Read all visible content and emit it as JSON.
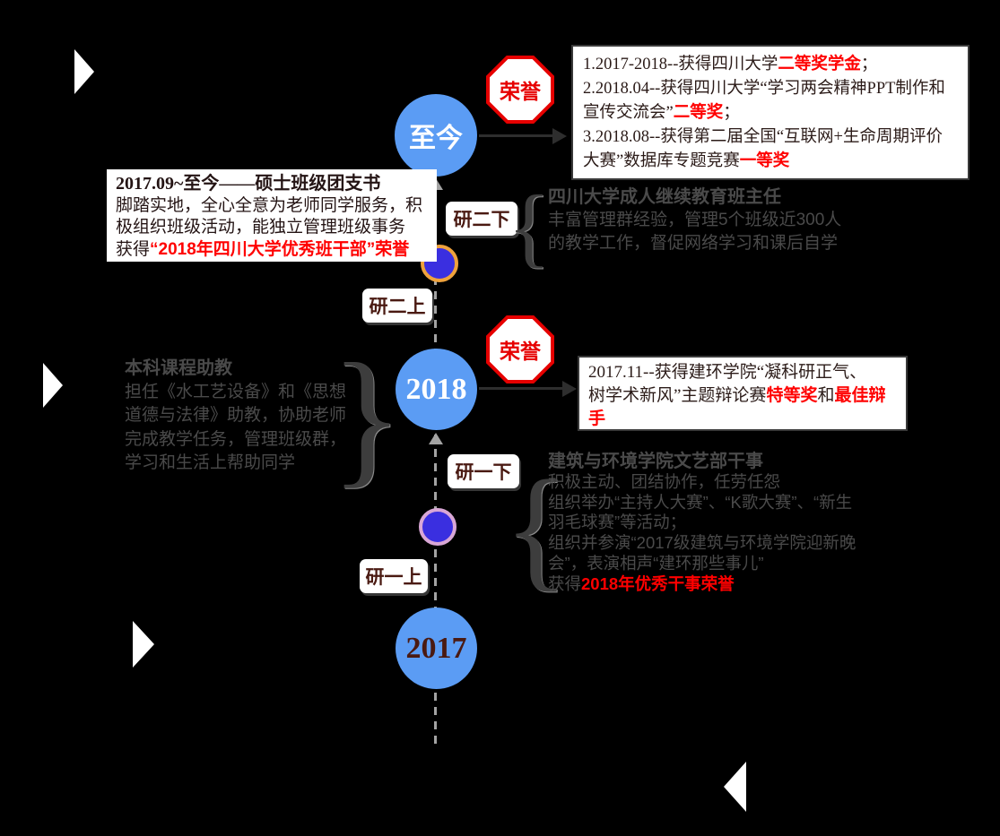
{
  "colors": {
    "background": "#000000",
    "node_blue": "#5B9CF4",
    "dot_blue": "#3A2FE0",
    "dot_ring_orange": "#EFA23C",
    "dot_ring_plum": "#D9A7D6",
    "honor_red": "#E60000",
    "award_red": "#FF0000",
    "label_maroon": "#4A1A12",
    "gray_text": "#4A4A4A"
  },
  "timeline": {
    "nodes": [
      {
        "id": "now",
        "label": "至今"
      },
      {
        "id": "y2018",
        "label": "2018"
      },
      {
        "id": "y2017",
        "label": "2017"
      }
    ],
    "semesters": [
      {
        "label": "研二下"
      },
      {
        "label": "研二上"
      },
      {
        "label": "研一下"
      },
      {
        "label": "研一上"
      }
    ]
  },
  "badges": {
    "honor_top": "荣誉",
    "honor_mid": "荣誉"
  },
  "box_top_right": {
    "lines": [
      [
        {
          "t": "1.2017-2018--获得四川大学"
        },
        {
          "t": "二等奖学金",
          "s": "red"
        },
        {
          "t": "；"
        }
      ],
      [
        {
          "t": "2.2018.04--获得四川大学“学习两会精神PPT制作和"
        }
      ],
      [
        {
          "t": "宣传交流会”"
        },
        {
          "t": "二等奖",
          "s": "red"
        },
        {
          "t": "；"
        }
      ],
      [
        {
          "t": "3.2018.08--获得第二届全国“互联网+生命周期评价"
        }
      ],
      [
        {
          "t": "大赛”数据库专题竞赛"
        },
        {
          "t": "一等奖",
          "s": "red"
        }
      ]
    ]
  },
  "box_left": {
    "title": "2017.09~至今——硕士班级团支书",
    "lines": [
      [
        {
          "t": "脚踏实地，全心全意为老师同学服务，积"
        }
      ],
      [
        {
          "t": "极组织班级活动，能独立管理班级事务"
        }
      ],
      [
        {
          "t": "获得"
        },
        {
          "t": "“2018年四川大学优秀班干部”荣誉",
          "s": "red"
        }
      ]
    ]
  },
  "box_2018": {
    "lines": [
      [
        {
          "t": "2017.11--获得建环学院“凝科研正气、"
        }
      ],
      [
        {
          "t": "树学术新风”主题辩论赛"
        },
        {
          "t": "特等奖",
          "s": "red"
        },
        {
          "t": "和"
        },
        {
          "t": "最佳辩",
          "s": "red"
        }
      ],
      [
        {
          "t": "手",
          "s": "red"
        }
      ]
    ]
  },
  "gray_right_1": {
    "title": "四川大学成人继续教育班主任",
    "lines": [
      [
        {
          "t": "丰富管理群经验，管理5个班级近300人"
        }
      ],
      [
        {
          "t": "的教学工作，督促网络学习和课后自学"
        }
      ]
    ]
  },
  "gray_left": {
    "title": "本科课程助教",
    "lines": [
      [
        {
          "t": "担任《水工艺设备》和《思想"
        }
      ],
      [
        {
          "t": "道德与法律》助教，协助老师"
        }
      ],
      [
        {
          "t": "完成教学任务，管理班级群，"
        }
      ],
      [
        {
          "t": "学习和生活上帮助同学"
        }
      ]
    ]
  },
  "gray_right_2": {
    "title": "建筑与环境学院文艺部干事",
    "lines": [
      [
        {
          "t": "积极主动、团结协作，任劳任怨"
        }
      ],
      [
        {
          "t": "组织举办“主持人大赛”、“K歌大赛”、“新生"
        }
      ],
      [
        {
          "t": "羽毛球赛”等活动；"
        }
      ],
      [
        {
          "t": "组织并参演“2017级建筑与环境学院迎新晚"
        }
      ],
      [
        {
          "t": "会”，表演相声“建环那些事儿”"
        }
      ],
      [
        {
          "t": "获得"
        },
        {
          "t": "2018年优秀干事荣誉",
          "s": "red"
        }
      ]
    ]
  },
  "braces": {
    "open": "{",
    "close": "}"
  }
}
